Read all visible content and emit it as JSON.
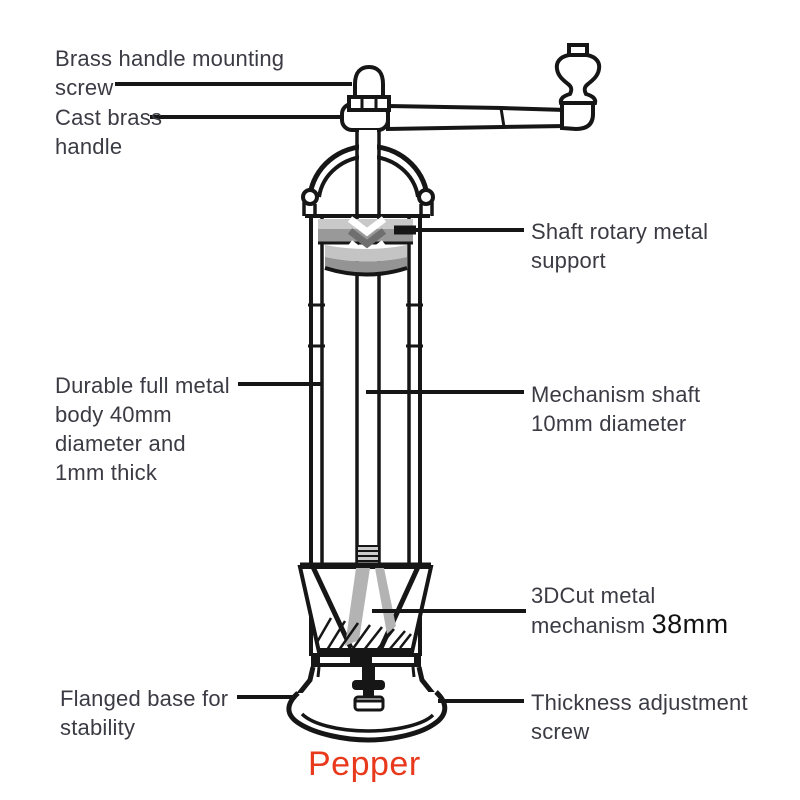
{
  "title": "Pepper",
  "colors": {
    "line": "#161616",
    "text": "#3b3b44",
    "accent_red": "#e8391c",
    "gray_light": "#c9c9c9",
    "gray_mid": "#999999",
    "gray_blade": "#b3b3b3"
  },
  "labels": {
    "brass_screw": {
      "lines": [
        "Brass handle mounting",
        "screw"
      ]
    },
    "cast_handle": {
      "lines": [
        "Cast brass",
        "handle"
      ]
    },
    "shaft_support": {
      "lines": [
        "Shaft rotary metal",
        "support"
      ]
    },
    "body": {
      "lines": [
        "Durable full metal",
        "body 40mm",
        "diameter and",
        "1mm thick"
      ]
    },
    "mech_shaft": {
      "lines": [
        "Mechanism shaft",
        "10mm diameter"
      ]
    },
    "cut_mech": {
      "lines": [
        "3DCut metal",
        "mechanism"
      ],
      "size_value": "38mm"
    },
    "base": {
      "lines": [
        "Flanged base for",
        "stability"
      ]
    },
    "thickness": {
      "lines": [
        "Thickness adjustment",
        "screw"
      ]
    }
  }
}
